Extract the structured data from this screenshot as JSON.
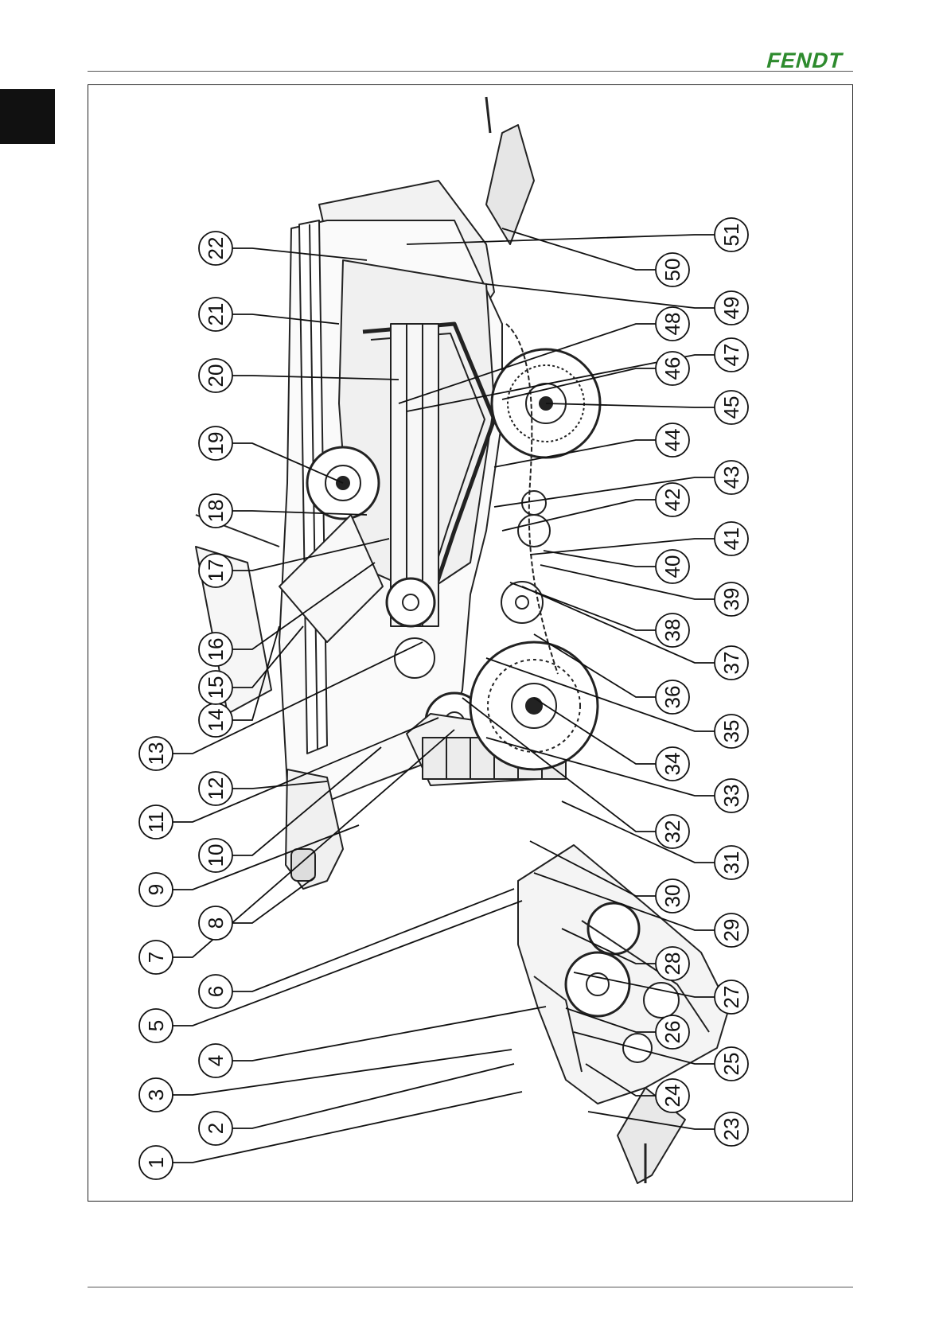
{
  "header": {
    "brand": "FENDT",
    "brand_color": "#2e8b2e"
  },
  "diagram": {
    "rotation_deg": -90,
    "callouts_left": [
      "1",
      "2",
      "3",
      "4",
      "5",
      "6",
      "7",
      "8",
      "9",
      "10",
      "11",
      "12",
      "13",
      "14",
      "15",
      "16",
      "17",
      "18",
      "19",
      "20",
      "21",
      "22"
    ],
    "callouts_right": [
      "23",
      "24",
      "25",
      "26",
      "27",
      "28",
      "29",
      "30",
      "31",
      "32",
      "33",
      "34",
      "35",
      "36",
      "37",
      "38",
      "39",
      "40",
      "41",
      "42",
      "43",
      "44",
      "45",
      "46",
      "47",
      "48",
      "49",
      "50",
      "51"
    ]
  }
}
